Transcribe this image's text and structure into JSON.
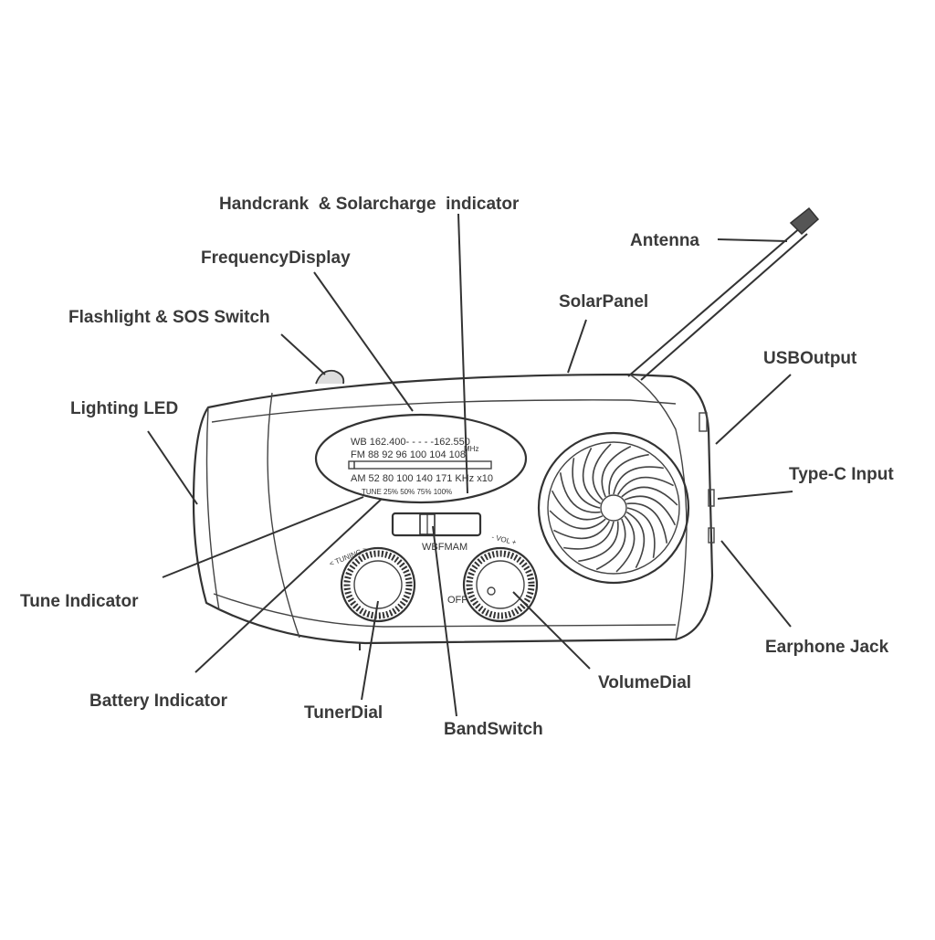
{
  "labels": {
    "handcrank": "Handcrank  & Solarcharge  indicator",
    "frequency_display": "FrequencyDisplay",
    "antenna": "Antenna",
    "flashlight": "Flashlight & SOS Switch",
    "solar_panel": "SolarPanel",
    "usb_output": "USBOutput",
    "lighting_led": "Lighting LED",
    "type_c": "Type-C Input",
    "tune_indicator": "Tune Indicator",
    "earphone_jack": "Earphone Jack",
    "volume_dial": "VolumeDial",
    "battery_indicator": "Battery Indicator",
    "tuner_dial": "TunerDial",
    "band_switch": "BandSwitch"
  },
  "dial_scale": {
    "wb_row": "WB 162.400- - - - -162.550",
    "mhz": "MHz",
    "fm_row": "FM   88   92   96 100 104 108",
    "am_row": "AM  52   80   100    140   171 KHz x10",
    "indicator_row": "TUNE 25%  50%  75%  100%"
  },
  "controls": {
    "tuning": "< TUNING >",
    "band_switch_text": "WBFMAM",
    "vol": "-   VOL   +",
    "off": "OFF"
  }
}
